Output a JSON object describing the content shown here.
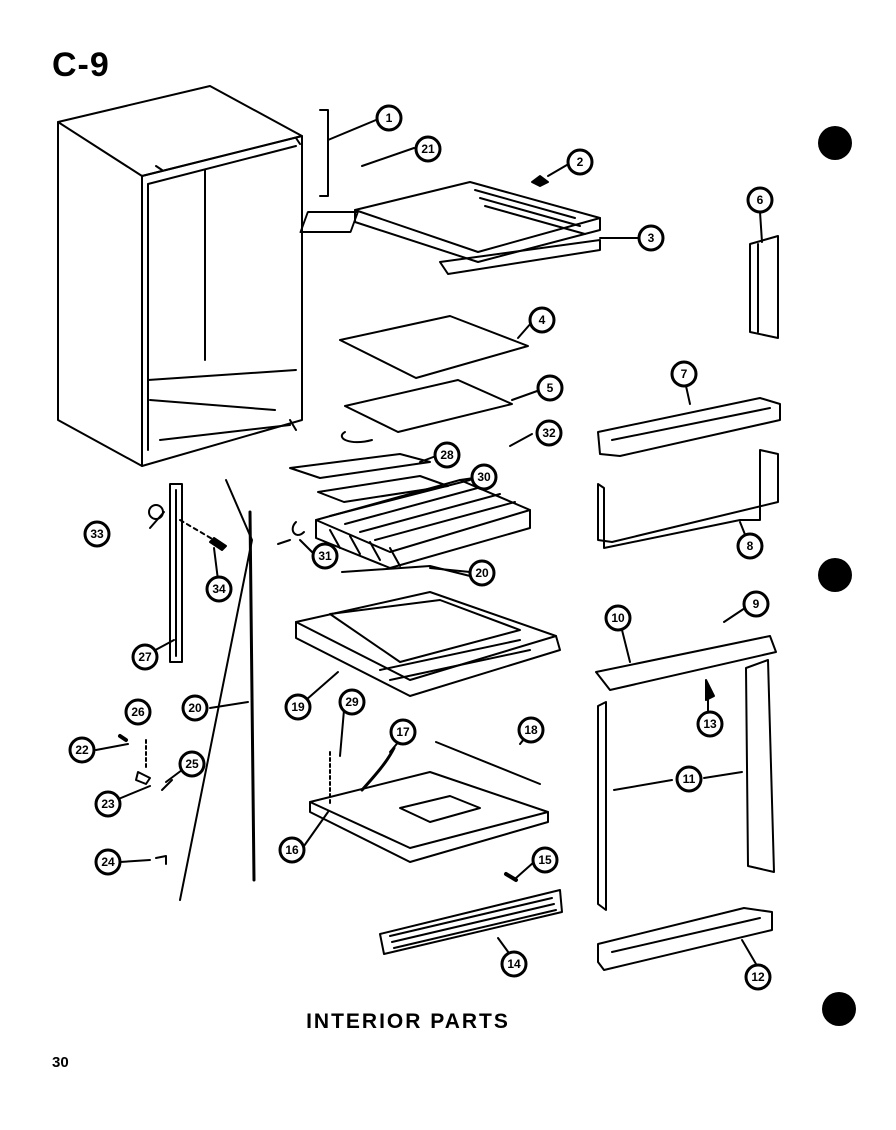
{
  "header": {
    "code": "C-9"
  },
  "caption": "INTERIOR PARTS",
  "page_number": "30",
  "callouts": [
    "1",
    "21",
    "2",
    "3",
    "6",
    "4",
    "5",
    "7",
    "32",
    "28",
    "30",
    "8",
    "33",
    "31",
    "34",
    "26",
    "9",
    "10",
    "27",
    "19",
    "13",
    "20",
    "29",
    "17",
    "18",
    "22",
    "25",
    "11",
    "23",
    "16",
    "15",
    "24",
    "14",
    "12"
  ]
}
